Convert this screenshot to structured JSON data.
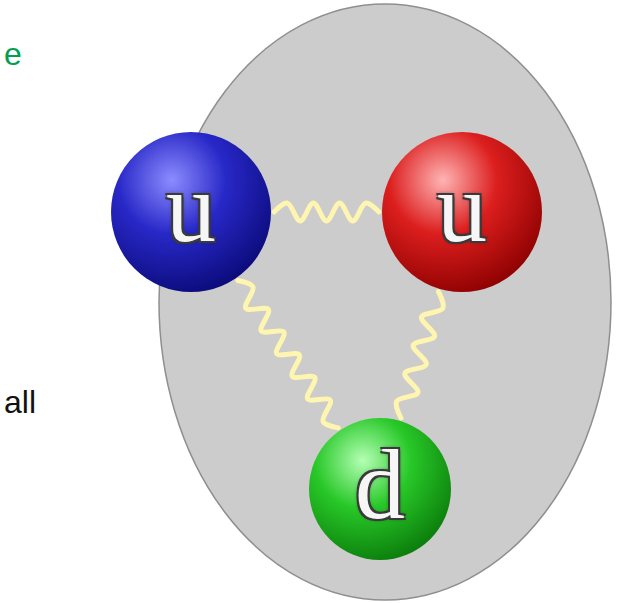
{
  "diagram": {
    "nodes": [
      {
        "text": [
          "u"
        ]
      },
      {
        "text": [
          "u"
        ]
      },
      {
        "text": [
          "d"
        ]
      }
    ],
    "edges": [
      {
        "from": 0,
        "to": 1,
        "arrow": "none"
      },
      {
        "from": 0,
        "to": 2,
        "arrow": "none"
      },
      {
        "from": 1,
        "to": 2,
        "arrow": "none"
      }
    ],
    "labels": [
      "e",
      "all"
    ]
  }
}
